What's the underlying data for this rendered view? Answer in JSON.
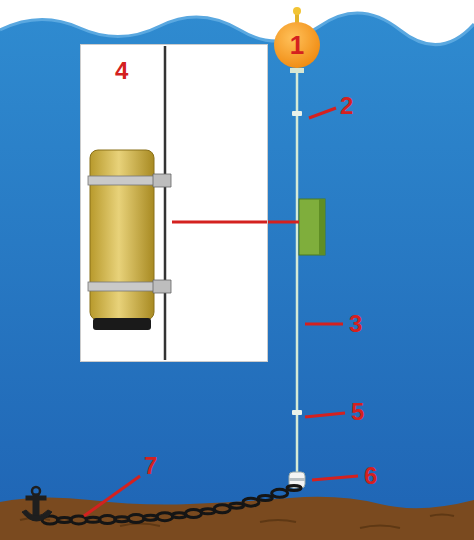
{
  "diagram": {
    "nodes": [
      {
        "text": [
          "1"
        ]
      },
      {
        "text": [
          "4"
        ]
      }
    ],
    "labels": [
      "2",
      "3",
      "5",
      "6",
      "7"
    ]
  }
}
